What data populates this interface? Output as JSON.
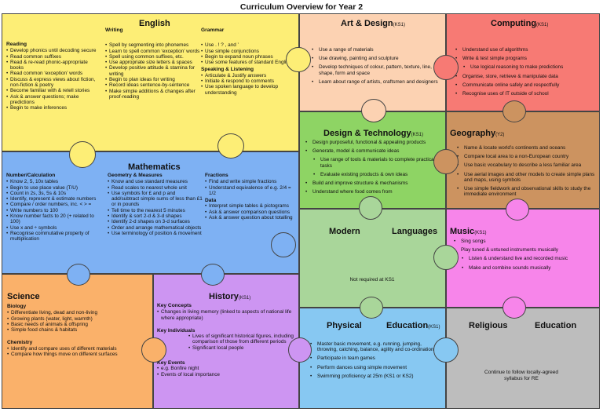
{
  "page_title": "Curriculum Overview for Year 2",
  "english": {
    "title": "English",
    "reading_heading": "Reading",
    "reading": [
      "Develop phonics until decoding secure",
      "Read common suffixes",
      "Read & re-read phonic-appropriate books",
      "Read common ‘exception’ words",
      "Discuss & express views about fiction, non-fiction & poetry",
      "Become familiar with & retell stories",
      "Ask & answer questions; make predictions",
      "Begin to make inferences"
    ],
    "writing_heading": "Writing",
    "writing": [
      "Spell by segmenting into phonemes",
      "Learn to spell common ‘exception’ words",
      "Spell using common suffixes, etc.",
      "Use appropriate size letters & spaces",
      "Develop positive attitude & stamina for writing",
      "Begin to plan ideas for writing",
      "Record ideas sentence-by-sentence",
      "Make simple additions & changes after proof-reading"
    ],
    "grammar_heading": "Grammar",
    "grammar": [
      "Use . ! ? , and ’",
      "Use simple conjunctions",
      "Begin to expand noun phrases",
      "Use some features of standard English"
    ],
    "speaking_heading": "Speaking & Listening",
    "speaking": [
      "Articulate & Justify answers",
      "Initiate & respond to comments",
      "Use spoken language to develop understanding"
    ]
  },
  "art": {
    "title": "Art & Design",
    "ks": "(KS1)",
    "items": [
      "Use a range of materials",
      "Use drawing, painting and sculpture",
      "Develop techniques of colour, pattern, texture, line, shape, form and space",
      "Learn about range of artists, craftsmen and designers"
    ]
  },
  "computing": {
    "title": "Computing",
    "ks": "(KS1)",
    "items": [
      "Understand use of algorithms",
      "Write & test simple programs",
      "Use logical reasoning to make predictions",
      "Organise, store, retrieve & manipulate data",
      "Communicate online safely and respectfully",
      "Recognise uses of IT outside of school"
    ]
  },
  "dt": {
    "title": "Design & Technology",
    "ks": "(KS1)",
    "items": [
      "Design purposeful, functional & appealing products",
      "Generate, model & communicate ideas",
      "Use range of tools & materials to complete practical tasks",
      "Evaluate existing products & own ideas",
      "Build and improve structure & mechanisms",
      "Understand where food comes from"
    ]
  },
  "geography": {
    "title": "Geography",
    "ks": "(Y2)",
    "items": [
      "Name & locate world’s continents and oceans",
      "Compare local area to a non-European country",
      "Use basic vocabulary to describe a less familiar area",
      "Use aerial images and other models to create simple plans and maps, using symbols",
      "Use simple fieldwork and observational skills to study the immediate environment"
    ]
  },
  "maths": {
    "title": "Mathematics",
    "number_heading": "Number/Calculation",
    "number": [
      "Know 2, 5, 10x tables",
      "Begin to use place value (T/U)",
      "Count in 2s, 3s, 5s & 10s",
      "Identify, represent & estimate numbers",
      "Compare / order numbers, inc. < > =",
      "Write numbers to 100",
      "Know number facts to 20 (+ related to 100)",
      "Use x and ÷ symbols",
      "Recognise commutative property of multiplication"
    ],
    "geometry_heading": "Geometry & Measures",
    "geometry": [
      "Know and use standard measures",
      "Read scales to nearest whole unit",
      "Use symbols for £ and p and add/subtract simple sums of less than £1 or in pounds",
      "Tell time to the nearest 5 minutes",
      "Identify & sort 2-d & 3-d shapes",
      "Identify 2-d shapes on 3-d surfaces",
      "Order and arrange mathematical objects",
      "Use terminology of position & movement"
    ],
    "fractions_heading": "Fractions",
    "fractions": [
      "Find and write simple fractions",
      "Understand equivalence of e.g. 2/4 = 1/2"
    ],
    "data_heading": "Data",
    "data": [
      "Interpret simple tables & pictograms",
      "Ask & answer comparison questions",
      "Ask & answer question about totalling"
    ]
  },
  "mfl": {
    "title_left": "Modern",
    "title_right": "Languages",
    "note": "Not required at KS1"
  },
  "music": {
    "title": "Music",
    "ks": "(KS1)",
    "items": [
      "Sing songs",
      "Play tuned & untuned instruments musically",
      "Listen & understand live and recorded music",
      "Make and combine sounds musically"
    ]
  },
  "science": {
    "title": "Science",
    "biology_heading": "Biology",
    "biology": [
      "Differentiate living, dead and non-living",
      "Growing plants (water, light, warmth)",
      "Basic needs of animals & offspring",
      "Simple food chains & habitats"
    ],
    "chemistry_heading": "Chemistry",
    "chemistry": [
      "Identify and compare uses of different materials",
      "Compare how things move on different surfaces"
    ]
  },
  "history": {
    "title": "History",
    "ks": "(KS1)",
    "concepts_heading": "Key Concepts",
    "concepts": [
      "Changes in living memory (linked to aspects of national life where appropriate)"
    ],
    "individuals_heading": "Key Individuals",
    "individuals": [
      "Lives of significant historical figures, including comparison of those from different periods",
      "Significant local people"
    ],
    "events_heading": "Key Events",
    "events": [
      "e.g. Bonfire night",
      "Events of local importance"
    ]
  },
  "pe": {
    "title_left": "Physical",
    "title_right": "Education",
    "ks": "(KS1)",
    "items": [
      "Master basic movement, e.g. running, jumping, throwing, catching, balance, agility and co-ordination",
      "Participate in team games",
      "Perform dances using simple movement",
      "Swimming proficiency at 25m (KS1 or KS2)"
    ]
  },
  "re": {
    "title_left": "Religious",
    "title_right": "Education",
    "note": "Continue to follow locally-agreed syllabus for RE"
  },
  "colors": {
    "english": "#fdee76",
    "art": "#fcd2b2",
    "computing": "#f77a74",
    "dt": "#8ed464",
    "geography": "#cc9360",
    "maths": "#7eb1f3",
    "mfl": "#a9d69a",
    "music": "#f785ea",
    "science": "#fab16a",
    "history": "#cd95f2",
    "pe": "#87c8f2",
    "re": "#bdbdbd"
  }
}
